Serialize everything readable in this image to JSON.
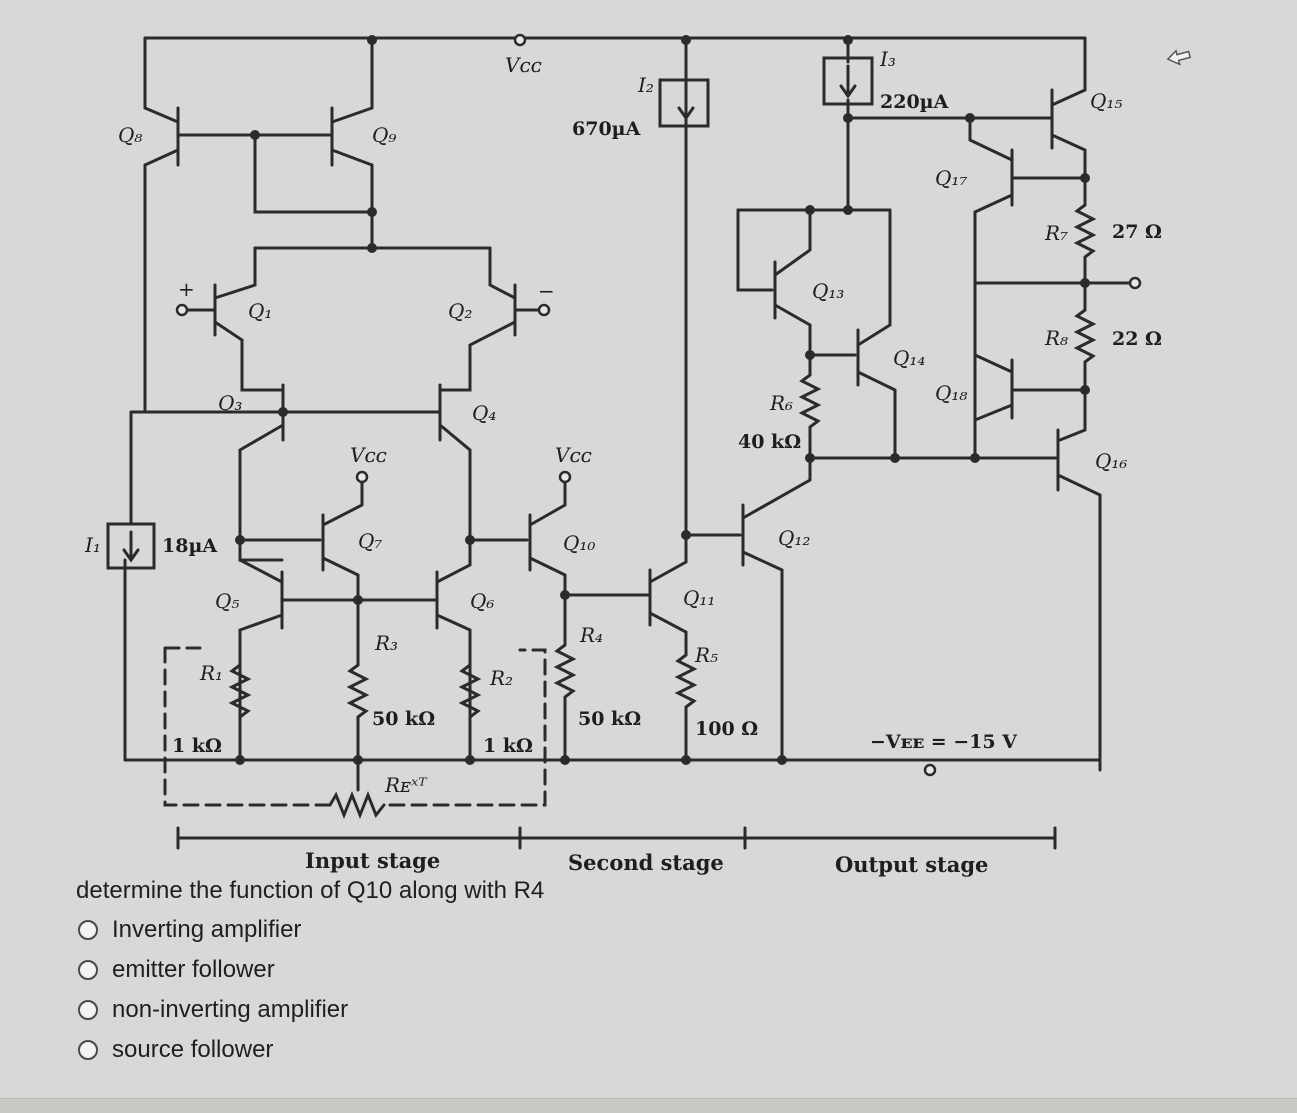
{
  "circuit": {
    "labels": {
      "q8": "Q₈",
      "q9": "Q₉",
      "q1": "Q₁",
      "q2": "Q₂",
      "q3": "Q₃",
      "q4": "Q₄",
      "q5": "Q₅",
      "q6": "Q₆",
      "q7": "Q₇",
      "q10": "Q₁₀",
      "q11": "Q₁₁",
      "q12": "Q₁₂",
      "q13": "Q₁₃",
      "q14": "Q₁₄",
      "q15": "Q₁₅",
      "q16": "Q₁₆",
      "q17": "Q₁₇",
      "q18": "Q₁₈",
      "r1": "R₁",
      "r2": "R₂",
      "r3": "R₃",
      "r4": "R₄",
      "r5": "R₅",
      "r6": "R₆",
      "r7": "R₇",
      "r8": "R₈",
      "rext": "Rᴇˣᵀ",
      "vcc_top": "Vᴄᴄ",
      "vcc_q7": "Vᴄᴄ",
      "vcc_q10": "Vᴄᴄ",
      "i1": "I₁",
      "i2": "I₂",
      "i3": "I₃",
      "plus": "+",
      "minus": "−"
    },
    "values": {
      "i1": "18µA",
      "i2": "670µA",
      "i3": "220µA",
      "r1": "1 kΩ",
      "r2": "1 kΩ",
      "r3": "50 kΩ",
      "r4": "50 kΩ",
      "r5": "100 Ω",
      "r6": "40 kΩ",
      "r7": "27 Ω",
      "r8": "22 Ω",
      "vee": "−Vᴇᴇ = −15 V"
    },
    "stages": {
      "input": "Input stage",
      "second": "Second stage",
      "output": "Output stage"
    }
  },
  "question": {
    "text": "determine the function of Q10 along with R4",
    "options": [
      {
        "label": "Inverting amplifier"
      },
      {
        "label": "emitter follower"
      },
      {
        "label": "non-inverting amplifier"
      },
      {
        "label": "source follower"
      }
    ]
  },
  "colors": {
    "background": "#d9d8d6",
    "ink": "#2b2b2b"
  }
}
